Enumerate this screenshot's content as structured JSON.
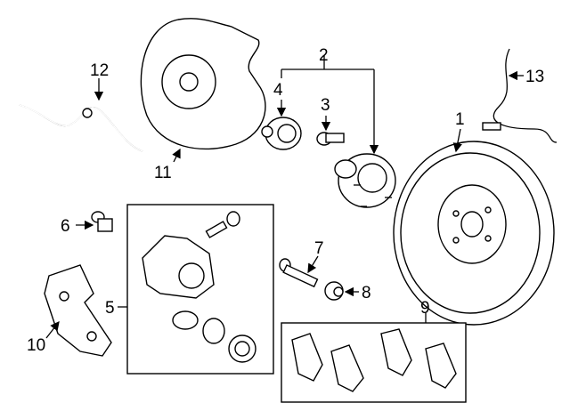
{
  "diagram": {
    "title": "Rear brake assembly parts diagram",
    "callouts": [
      {
        "id": "1",
        "part": "rotor"
      },
      {
        "id": "2",
        "part": "hub-bearing-group"
      },
      {
        "id": "3",
        "part": "hub-bolt"
      },
      {
        "id": "4",
        "part": "bearing"
      },
      {
        "id": "5",
        "part": "caliper-group"
      },
      {
        "id": "6",
        "part": "bleeder-screw"
      },
      {
        "id": "7",
        "part": "guide-pin"
      },
      {
        "id": "8",
        "part": "boot"
      },
      {
        "id": "9",
        "part": "brake-pads"
      },
      {
        "id": "10",
        "part": "caliper-support"
      },
      {
        "id": "11",
        "part": "splash-shield"
      },
      {
        "id": "12",
        "part": "brake-hose"
      },
      {
        "id": "13",
        "part": "abs-sensor"
      }
    ]
  }
}
